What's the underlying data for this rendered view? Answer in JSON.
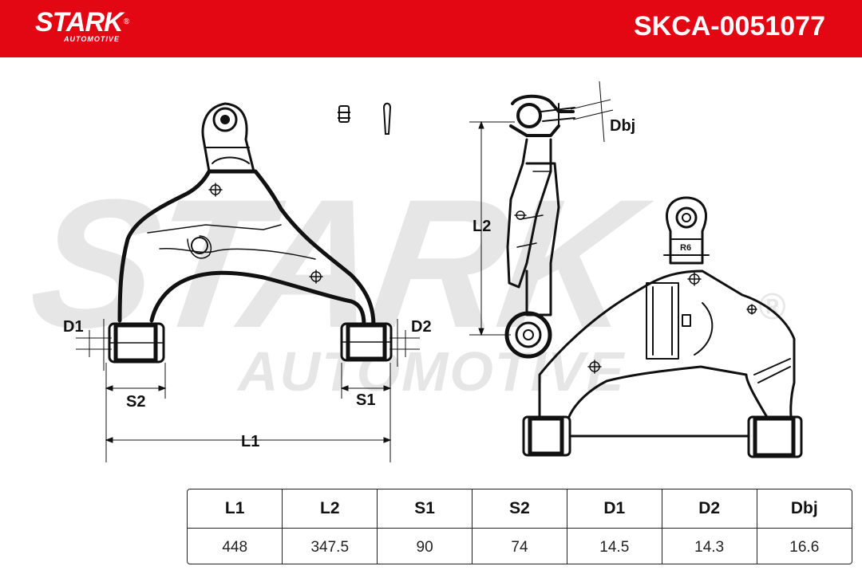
{
  "brand": {
    "name": "STARK",
    "sub": "AUTOMOTIVE",
    "registered": "®",
    "header_color": "#e30613"
  },
  "part_number": "SKCA-0051077",
  "watermark": {
    "line1": "STARK",
    "line2": "AUTOMOTIVE",
    "registered": "®"
  },
  "dimension_labels": {
    "L1": "L1",
    "L2": "L2",
    "S1": "S1",
    "S2": "S2",
    "D1": "D1",
    "D2": "D2",
    "Dbj": "Dbj",
    "R6": "R6"
  },
  "spec_table": {
    "headers": [
      "L1",
      "L2",
      "S1",
      "S2",
      "D1",
      "D2",
      "Dbj"
    ],
    "values": [
      "448",
      "347.5",
      "90",
      "74",
      "14.5",
      "14.3",
      "16.6"
    ]
  }
}
